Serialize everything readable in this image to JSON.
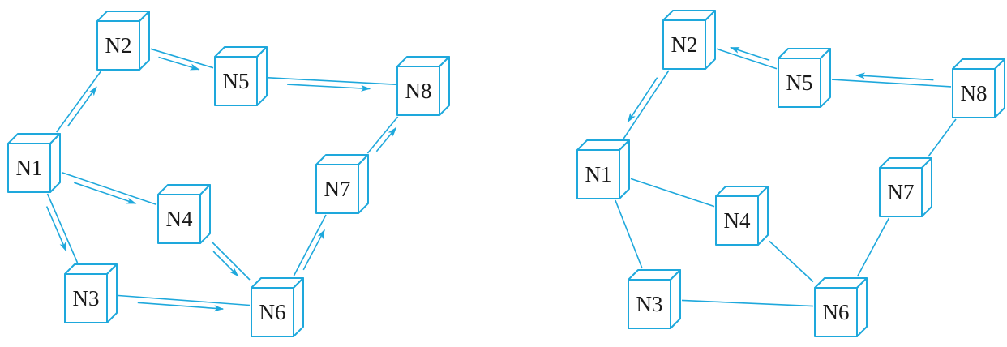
{
  "colors": {
    "stroke": "#1ea8dc",
    "text": "#1a1a1a",
    "background": "#ffffff"
  },
  "diagrams": [
    {
      "id": "left",
      "nodes": [
        {
          "id": "N1",
          "label": "N1"
        },
        {
          "id": "N2",
          "label": "N2"
        },
        {
          "id": "N3",
          "label": "N3"
        },
        {
          "id": "N4",
          "label": "N4"
        },
        {
          "id": "N5",
          "label": "N5"
        },
        {
          "id": "N6",
          "label": "N6"
        },
        {
          "id": "N7",
          "label": "N7"
        },
        {
          "id": "N8",
          "label": "N8"
        }
      ],
      "links": [
        {
          "from": "N1",
          "to": "N2",
          "arrow": "forward"
        },
        {
          "from": "N1",
          "to": "N4",
          "arrow": "forward"
        },
        {
          "from": "N1",
          "to": "N3",
          "arrow": "forward"
        },
        {
          "from": "N2",
          "to": "N5",
          "arrow": "forward"
        },
        {
          "from": "N5",
          "to": "N8",
          "arrow": "forward"
        },
        {
          "from": "N4",
          "to": "N6",
          "arrow": "forward"
        },
        {
          "from": "N3",
          "to": "N6",
          "arrow": "forward"
        },
        {
          "from": "N6",
          "to": "N7",
          "arrow": "forward"
        },
        {
          "from": "N7",
          "to": "N8",
          "arrow": "forward"
        }
      ]
    },
    {
      "id": "right",
      "nodes": [
        {
          "id": "N1",
          "label": "N1"
        },
        {
          "id": "N2",
          "label": "N2"
        },
        {
          "id": "N3",
          "label": "N3"
        },
        {
          "id": "N4",
          "label": "N4"
        },
        {
          "id": "N5",
          "label": "N5"
        },
        {
          "id": "N6",
          "label": "N6"
        },
        {
          "id": "N7",
          "label": "N7"
        },
        {
          "id": "N8",
          "label": "N8"
        }
      ],
      "links": [
        {
          "from": "N2",
          "to": "N1",
          "arrow": "forward"
        },
        {
          "from": "N5",
          "to": "N2",
          "arrow": "forward"
        },
        {
          "from": "N8",
          "to": "N5",
          "arrow": "forward"
        },
        {
          "from": "N1",
          "to": "N4",
          "arrow": "none"
        },
        {
          "from": "N1",
          "to": "N3",
          "arrow": "none"
        },
        {
          "from": "N3",
          "to": "N6",
          "arrow": "none"
        },
        {
          "from": "N4",
          "to": "N6",
          "arrow": "none"
        },
        {
          "from": "N6",
          "to": "N7",
          "arrow": "none"
        },
        {
          "from": "N7",
          "to": "N8",
          "arrow": "none"
        }
      ]
    }
  ]
}
